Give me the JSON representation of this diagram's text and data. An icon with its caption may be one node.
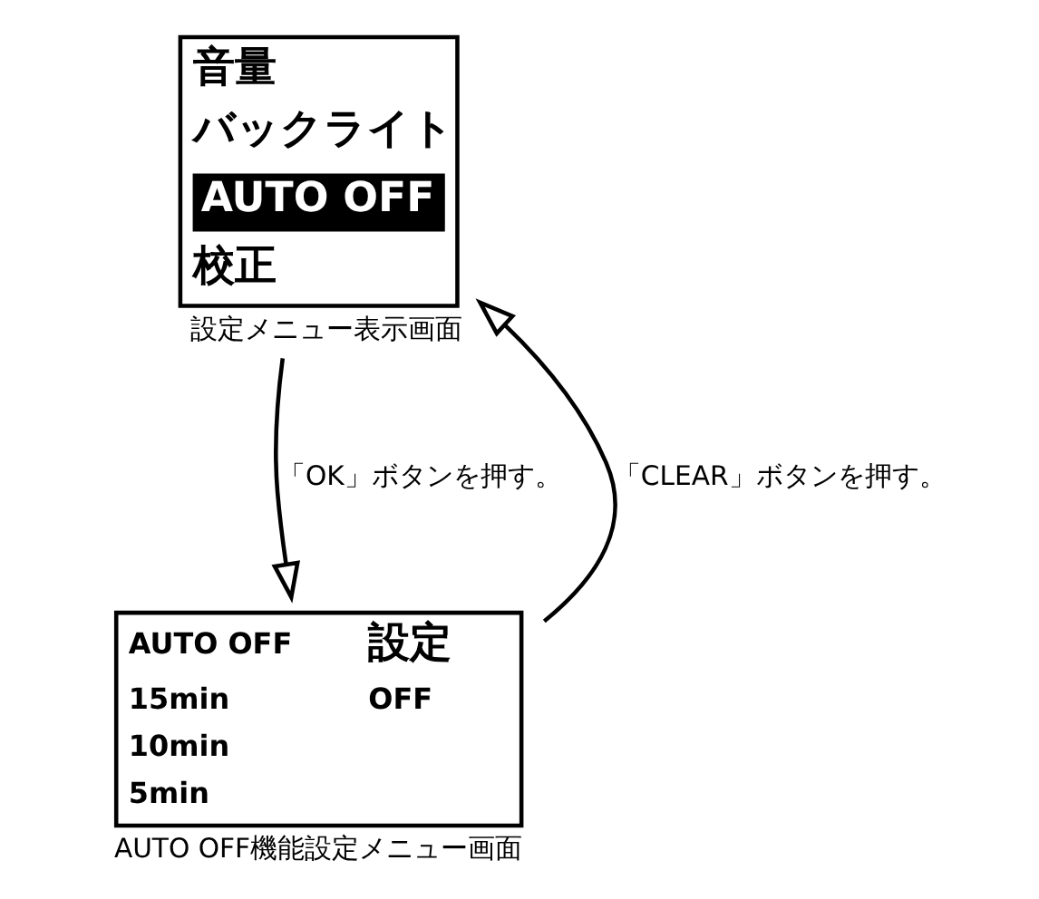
{
  "diagram": {
    "nodes": [
      {
        "text": [
          "音量",
          "バックライト",
          "AUTO OFF",
          "校正"
        ],
        "beside": [
          "設定メニュー表示画面"
        ]
      },
      {
        "text": [
          "AUTO OFF",
          "設定",
          "15min",
          "OFF",
          "10min",
          "5min"
        ],
        "beside": [
          "AUTO OFF機能設定メニュー画面"
        ]
      }
    ],
    "edges": [
      {
        "from": 1,
        "to": 0,
        "arrow": "to",
        "label": "「CLEAR」ボタンを押す。"
      },
      {
        "from": 0,
        "to": 1,
        "arrow": "to",
        "label": "「OK」ボタンを押す。"
      }
    ]
  }
}
